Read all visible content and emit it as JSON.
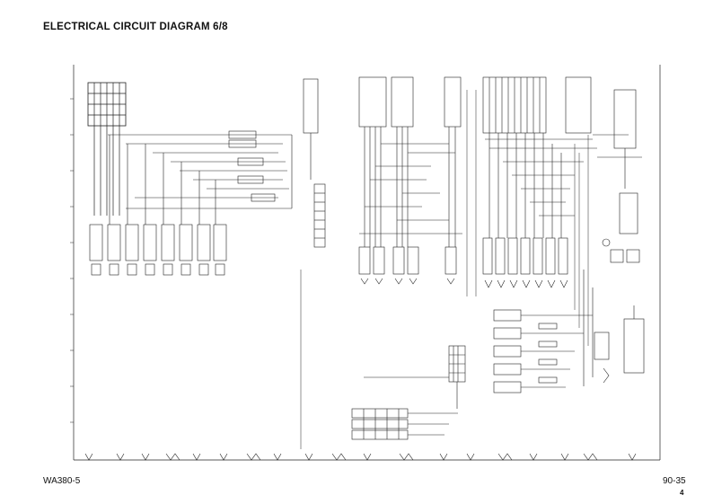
{
  "page": {
    "title": "ELECTRICAL CIRCUIT DIAGRAM 6/8",
    "model": "WA380-5",
    "page_number": "90-35",
    "page_sub": "4"
  },
  "colors": {
    "ink": "#222222",
    "paper": "#ffffff"
  }
}
